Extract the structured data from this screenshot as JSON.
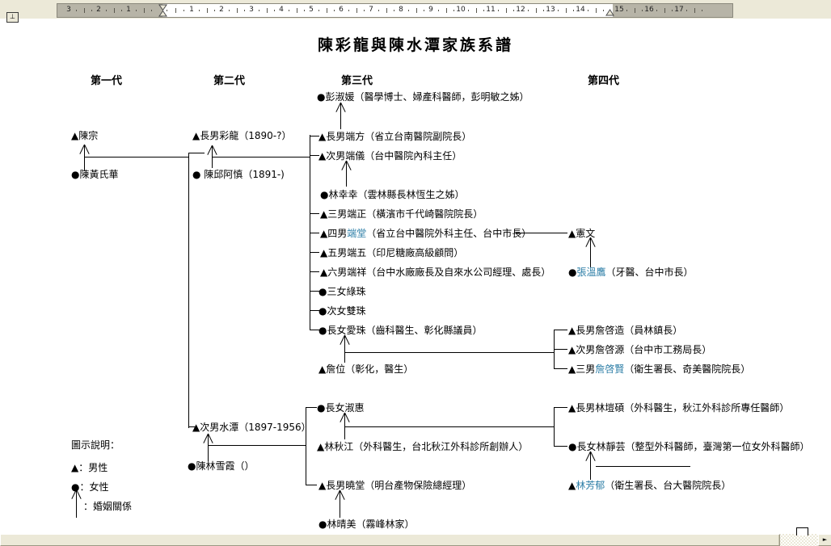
{
  "title": "陳彩龍與陳水潭家族系譜",
  "generations": [
    "第一代",
    "第二代",
    "第三代",
    "第四代"
  ],
  "ruler": {
    "left_numbers": [
      "3",
      "2",
      "1"
    ],
    "center_numbers": [
      "1",
      "2",
      "3",
      "4",
      "5",
      "6",
      "7",
      "8",
      "9",
      "10",
      "11",
      "12",
      "13",
      "14"
    ],
    "right_numbers": [
      "15",
      "16",
      "17"
    ]
  },
  "icons": {
    "scroll_right": "►",
    "tab_selector": "⊥",
    "male_marker": "▲",
    "female_marker": "●"
  },
  "colors": {
    "accent_link": "#2b7da6",
    "chrome_bg": "#ece9d8"
  },
  "legend": {
    "heading": "圖示說明：",
    "male": "▲：男性",
    "female": "●：女性",
    "marriage": "：婚姻關係"
  },
  "nodes": [
    {
      "m": "●",
      "t1": "彭淑媛",
      "link": "",
      "t2": "（醫學博士、婦產科醫師，彭明敏之姊）"
    },
    {
      "m": "▲",
      "t1": "陳宗",
      "link": "",
      "t2": ""
    },
    {
      "m": "▲",
      "t1": "長男彩龍",
      "link": "",
      "t2": "（1890-?）"
    },
    {
      "m": "▲",
      "t1": "長男端方",
      "link": "",
      "t2": "（省立台南醫院副院長）"
    },
    {
      "m": "▲",
      "t1": "次男端儀",
      "link": "",
      "t2": "（台中醫院內科主任）"
    },
    {
      "m": "●",
      "t1": "陳黃氏華",
      "link": "",
      "t2": ""
    },
    {
      "m": "●",
      "t1": " 陳邱阿慎",
      "link": "",
      "t2": "（1891-)"
    },
    {
      "m": "●",
      "t1": "林幸幸",
      "link": "",
      "t2": "（雲林縣長林恆生之姊）"
    },
    {
      "m": "▲",
      "t1": "三男端正",
      "link": "",
      "t2": "（橫濱市千代崎醫院院長）"
    },
    {
      "m": "▲",
      "t1": "四男",
      "link": "端堂",
      "t2": "（省立台中醫院外科主任、台中市長）"
    },
    {
      "m": "▲",
      "t1": "憲文",
      "link": "",
      "t2": ""
    },
    {
      "m": "▲",
      "t1": "五男端五",
      "link": "",
      "t2": "（印尼糖廠高級顧問）"
    },
    {
      "m": "▲",
      "t1": "六男端祥",
      "link": "",
      "t2": "（台中水廠廠長及自來水公司經理、處長）"
    },
    {
      "m": "●",
      "t1": "",
      "link": "張溫鷹",
      "t2": "（牙醫、台中市長）"
    },
    {
      "m": "●",
      "t1": "三女綠珠",
      "link": "",
      "t2": ""
    },
    {
      "m": "●",
      "t1": "次女雙珠",
      "link": "",
      "t2": ""
    },
    {
      "m": "●",
      "t1": "長女愛珠",
      "link": "",
      "t2": "（齒科醫生、彰化縣議員）"
    },
    {
      "m": "▲",
      "t1": "長男詹啓造",
      "link": "",
      "t2": "（員林鎮長）"
    },
    {
      "m": "▲",
      "t1": "次男詹啓源",
      "link": "",
      "t2": "（台中市工務局長）"
    },
    {
      "m": "▲",
      "t1": "詹位",
      "link": "",
      "t2": "（彰化，醫生）"
    },
    {
      "m": "▲",
      "t1": "三男",
      "link": "詹啓賢",
      "t2": "（衛生署長、奇美醫院院長）"
    },
    {
      "m": "●",
      "t1": "長女淑惠",
      "link": "",
      "t2": ""
    },
    {
      "m": "▲",
      "t1": "長男林塏碩",
      "link": "",
      "t2": "（外科醫生，秋江外科診所專任醫師）"
    },
    {
      "m": "▲",
      "t1": "次男水潭",
      "link": "",
      "t2": "（1897-1956）"
    },
    {
      "m": "▲",
      "t1": "林秋江",
      "link": "",
      "t2": "（外科醫生，台北秋江外科診所創辦人）"
    },
    {
      "m": "●",
      "t1": "長女林靜芸",
      "link": "",
      "t2": "（整型外科醫師，臺灣第一位女外科醫師）"
    },
    {
      "m": "●",
      "t1": "陳林雪霞",
      "link": "",
      "t2": "（）"
    },
    {
      "m": "▲",
      "t1": "長男曉堂",
      "link": "",
      "t2": "（明台產物保險總經理）"
    },
    {
      "m": "▲",
      "t1": "",
      "link": "林芳郁",
      "t2": "（衛生署長、台大醫院院長）"
    },
    {
      "m": "●",
      "t1": "林晴美",
      "link": "",
      "t2": "（霧峰林家）"
    }
  ]
}
